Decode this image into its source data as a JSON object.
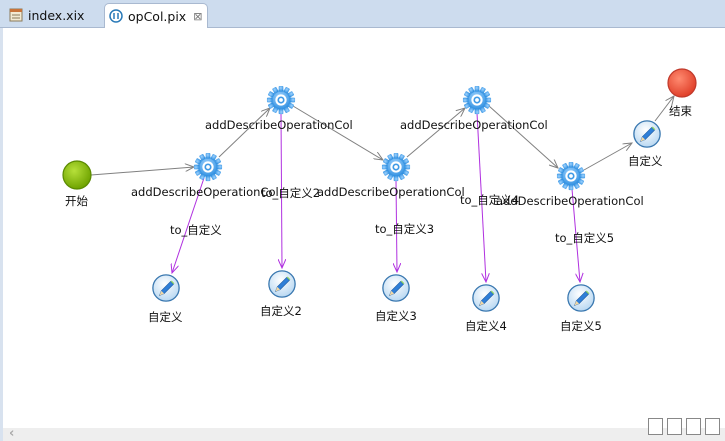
{
  "tabs": [
    {
      "label": "index.xix",
      "icon": "table-file-icon",
      "active": false
    },
    {
      "label": "opCol.pix",
      "icon": "process-file-icon",
      "active": true,
      "close": "⊠"
    }
  ],
  "nodes": {
    "start": {
      "label": "开始",
      "type": "start",
      "color": "#8cc000"
    },
    "end": {
      "label": "结束",
      "type": "end",
      "color": "#ee5a44"
    },
    "gear1": {
      "label": "addDescribeOperationCol",
      "type": "operation"
    },
    "gear2": {
      "label": "addDescribeOperationCol",
      "type": "operation"
    },
    "gear3": {
      "label": "addDescribeOperationCol",
      "type": "operation"
    },
    "gear4": {
      "label": "addDescribeOperationCol",
      "type": "operation"
    },
    "gear5": {
      "label": "addDescribeOperationCol",
      "type": "operation"
    },
    "custom_top": {
      "label": "自定义",
      "type": "custom"
    },
    "custom1": {
      "label": "自定义",
      "type": "custom"
    },
    "custom2": {
      "label": "自定义2",
      "type": "custom"
    },
    "custom3": {
      "label": "自定义3",
      "type": "custom"
    },
    "custom4": {
      "label": "自定义4",
      "type": "custom"
    },
    "custom5": {
      "label": "自定义5",
      "type": "custom"
    }
  },
  "edges": {
    "to1": "to_自定义",
    "to2": "to_自定义2",
    "to3": "to_自定义3",
    "to4": "to_自定义4",
    "to5": "to_自定义5"
  },
  "colors": {
    "flow_edge": "#808080",
    "custom_edge": "#b030e0",
    "tabbar": "#cddcee"
  },
  "scrollbar": {
    "left_arrow": "‹"
  }
}
